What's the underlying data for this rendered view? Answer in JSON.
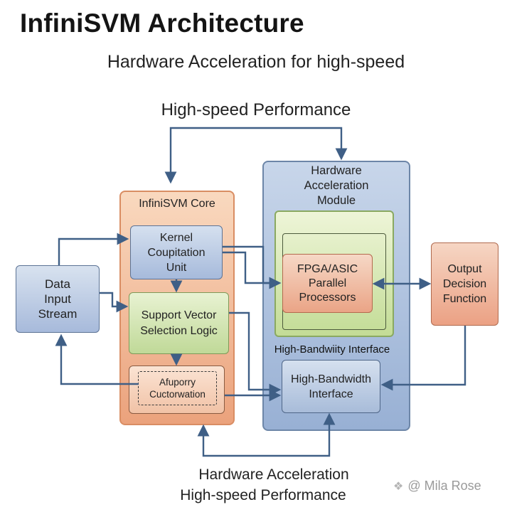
{
  "title": "InfiniSVM Architecture",
  "subtitle": "Hardware Acceleration for high-speed",
  "top_label": "High-speed Performance",
  "bottom_label_line1": "Hardware Acceleration",
  "bottom_label_line2": "High-speed Performance",
  "blocks": {
    "data_input": "Data\nInput\nStream",
    "core_title": "InfiniSVM Core",
    "kernel_unit": "Kernel\nCoupitation\nUnit",
    "support_vector": "Support Vector\nSelection Logic",
    "afuporry": "Afuporry\nCuctorwation",
    "hw_module_title": "Hardware\nAcceleration\nModule",
    "fpga": "FPGA/ASIC\nParallel\nProcessors",
    "hb_label": "High-Bandwiity Interface",
    "hb_box": "High-Bandwidth\nInterface",
    "output": "Output\nDecision\nFunction"
  },
  "watermark": {
    "icon": "diamond-logo-icon",
    "text": "@ Mila Rose"
  },
  "colors": {
    "arrow": "#3f5f86",
    "blue_block": "#a8bcd9",
    "orange_block": "#eba27c",
    "green_block": "#c3dc96"
  }
}
